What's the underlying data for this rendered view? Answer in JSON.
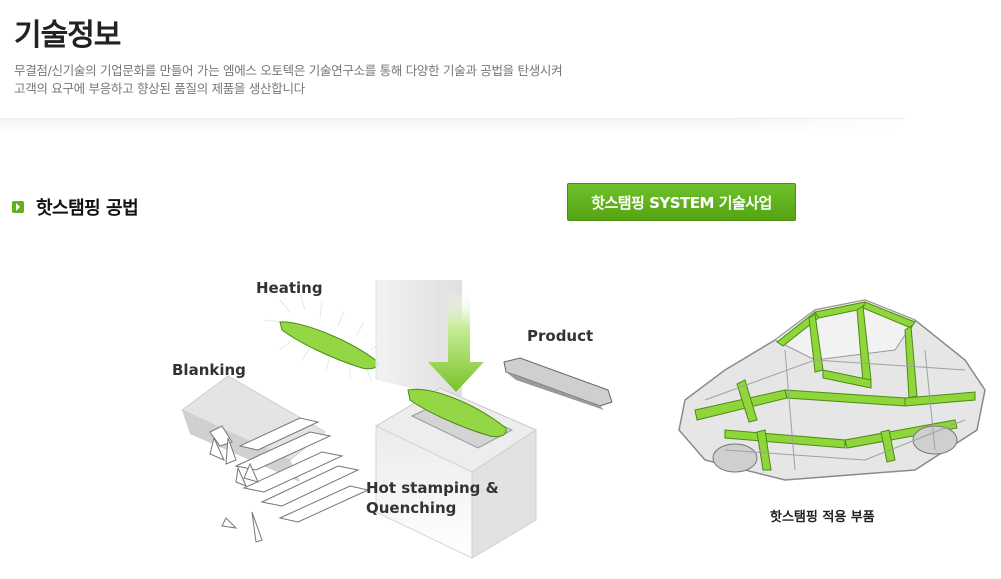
{
  "header": {
    "title": "기술정보",
    "intro_line1": "무결점/신기술의 기업문화를 만들어 가는 엠에스 오토텍은 기술연구소를 통해 다양한 기술과 공법을 탄생시켜",
    "intro_line2": "고객의 요구에 부응하고 향상된 품질의 제품을 생산합니다"
  },
  "section": {
    "title": "핫스탬핑 공법",
    "button_label": "핫스탬핑 SYSTEM 기술사업"
  },
  "process": {
    "heating": "Heating",
    "blanking": "Blanking",
    "product": "Product",
    "stamping_line1": "Hot stamping &",
    "stamping_line2": "Quenching"
  },
  "car": {
    "caption": "핫스탬핑 적용 부품"
  },
  "colors": {
    "accent": "#5fb31c",
    "part_green": "#8fd63a"
  }
}
